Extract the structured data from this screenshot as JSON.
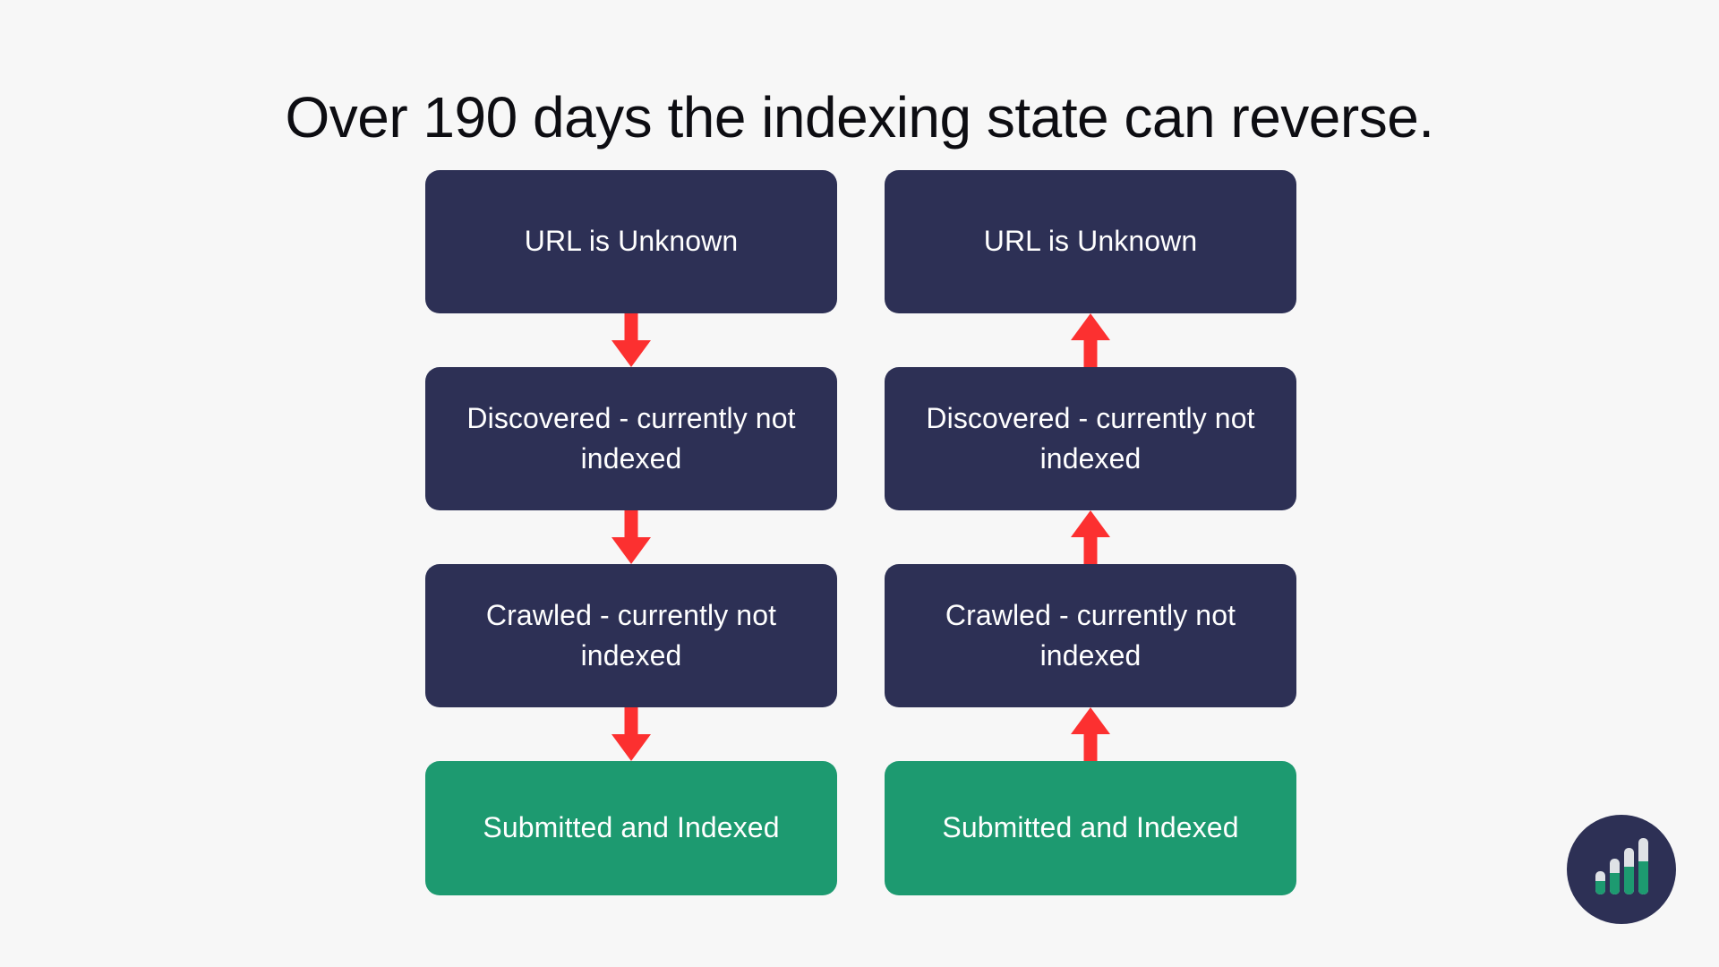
{
  "page": {
    "title": "Over 190 days the indexing state can reverse.",
    "background_color": "#f7f7f7",
    "title_color": "#0d0d12"
  },
  "colors": {
    "navy": "#2d3055",
    "green": "#1d9a70",
    "arrow_red": "#fc3030",
    "text_on_node": "#ffffff",
    "logo_bar_track": "#dfe2e6"
  },
  "diagram": {
    "type": "flowchart",
    "columns": [
      {
        "id": "forward-flow",
        "direction": "down",
        "arrow_icon": "arrow-down-icon",
        "nodes": [
          {
            "label": "URL is Unknown",
            "state": "navy"
          },
          {
            "label": "Discovered - currently not indexed",
            "state": "navy"
          },
          {
            "label": "Crawled - currently not indexed",
            "state": "navy"
          },
          {
            "label": "Submitted and Indexed",
            "state": "green"
          }
        ]
      },
      {
        "id": "reverse-flow",
        "direction": "up",
        "arrow_icon": "arrow-up-icon",
        "nodes": [
          {
            "label": "URL is Unknown",
            "state": "navy"
          },
          {
            "label": "Discovered - currently not indexed",
            "state": "navy"
          },
          {
            "label": "Crawled - currently not indexed",
            "state": "navy"
          },
          {
            "label": "Submitted and Indexed",
            "state": "green"
          }
        ]
      }
    ]
  },
  "logo": {
    "icon": "bar-chart-logo-icon",
    "bars": [
      {
        "total": 26,
        "filled": 15
      },
      {
        "total": 40,
        "filled": 24
      },
      {
        "total": 52,
        "filled": 31
      },
      {
        "total": 63,
        "filled": 37
      }
    ]
  }
}
